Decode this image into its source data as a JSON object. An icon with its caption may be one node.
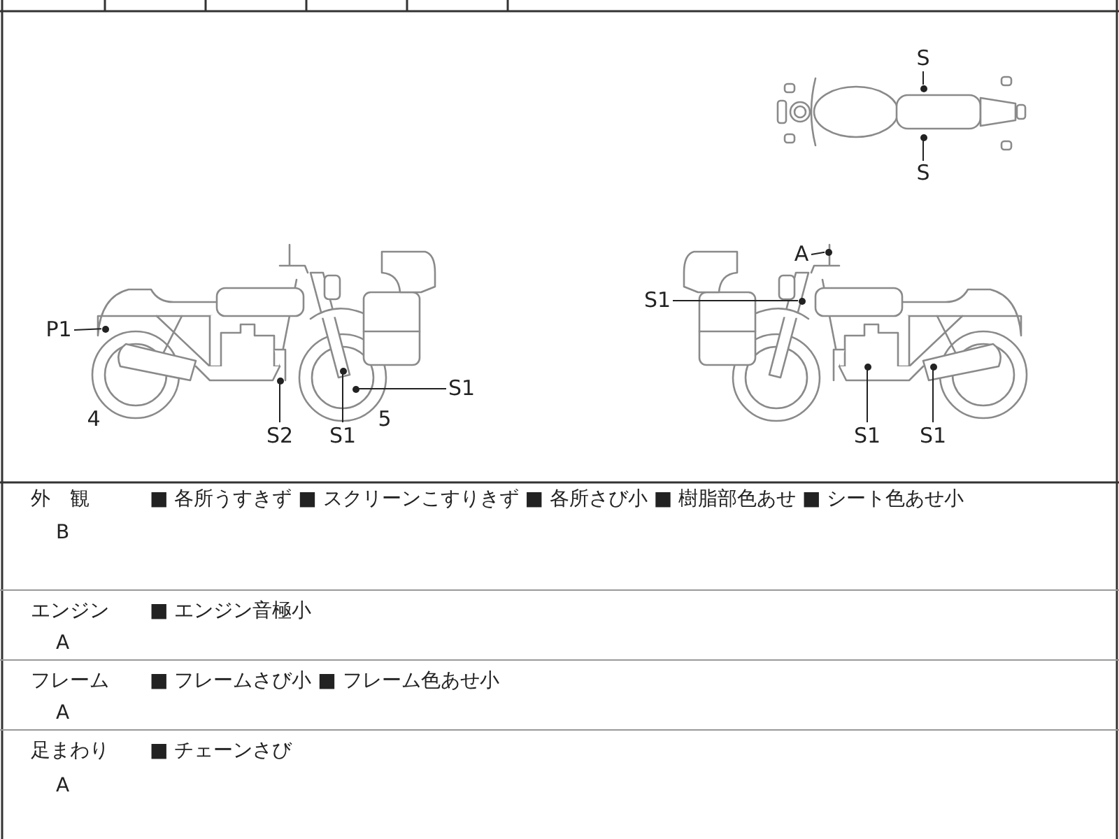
{
  "diagram": {
    "nodes": [
      {
        "text": [
          "S"
        ]
      },
      {
        "text": [
          "S"
        ]
      },
      {
        "text": [
          "P1"
        ]
      },
      {
        "text": [
          "S2"
        ]
      },
      {
        "text": [
          "S1"
        ]
      },
      {
        "text": [
          "S1"
        ]
      },
      {
        "text": [
          "A"
        ]
      },
      {
        "text": [
          "S1"
        ]
      },
      {
        "text": [
          "S1"
        ]
      },
      {
        "text": [
          "S1"
        ]
      },
      {
        "text": [],
        "shape": "circle"
      },
      {
        "text": [],
        "shape": "circle"
      },
      {
        "text": [],
        "shape": "circle"
      },
      {
        "text": [],
        "shape": "circle"
      },
      {
        "text": [],
        "shape": "circle"
      },
      {
        "text": [],
        "shape": "circle"
      },
      {
        "text": [],
        "shape": "circle"
      },
      {
        "text": [],
        "shape": "circle"
      },
      {
        "text": [],
        "shape": "circle"
      },
      {
        "text": [],
        "shape": "circle"
      }
    ],
    "edges": [
      {
        "from": 0,
        "to": 17,
        "arrow": "none"
      },
      {
        "from": 1,
        "to": 18,
        "arrow": "none"
      },
      {
        "from": 2,
        "to": 10,
        "arrow": "none"
      },
      {
        "from": 3,
        "to": 11,
        "arrow": "none"
      },
      {
        "from": 4,
        "to": 12,
        "arrow": "none"
      },
      {
        "from": 5,
        "to": 13,
        "arrow": "none"
      },
      {
        "from": 6,
        "to": 15,
        "arrow": "none"
      },
      {
        "from": 7,
        "to": 14,
        "arrow": "none"
      },
      {
        "from": 8,
        "to": 16,
        "arrow": "none"
      },
      {
        "from": 9,
        "to": 19,
        "arrow": "none"
      }
    ],
    "labels": [
      "4",
      "5",
      "外　観",
      "B",
      "■ 各所うすきず ■ スクリーンこすりきず ■ 各所さび小 ■ 樹脂部色あせ ■ シート色あせ小",
      "エンジン",
      "A",
      "■ エンジン音極小",
      "フレーム",
      "A",
      "■ フレームさび小 ■ フレーム色あせ小",
      "足まわり",
      "A",
      "■ チェーンさび"
    ]
  }
}
